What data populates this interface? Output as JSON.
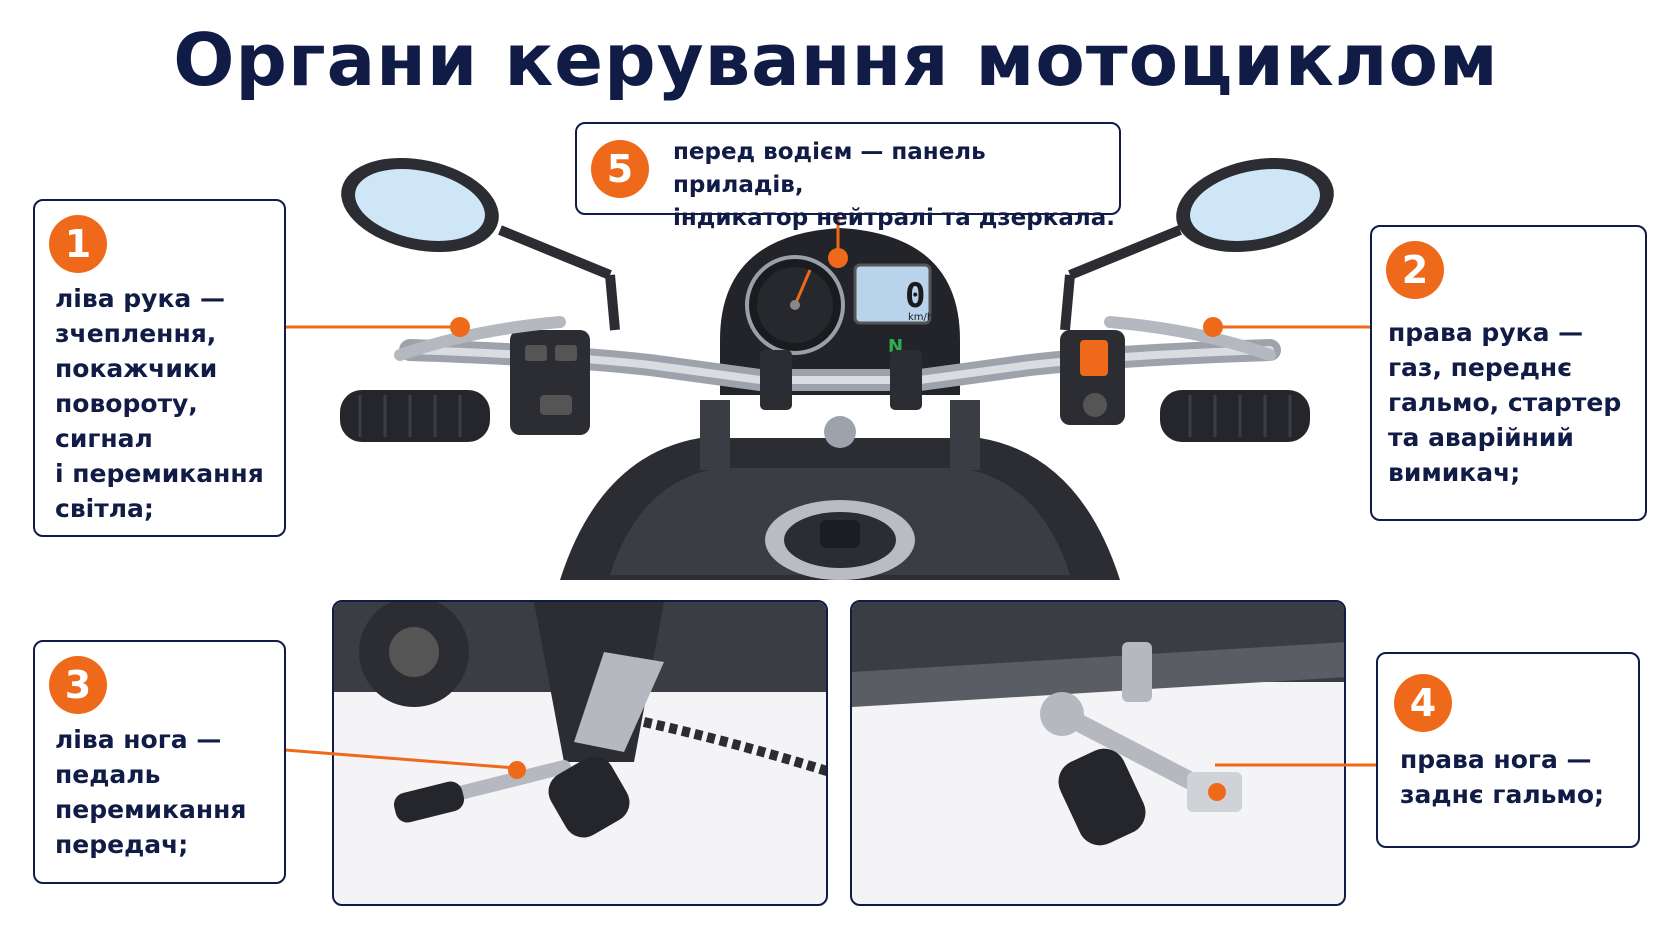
{
  "title": "Органи керування мотоциклом",
  "callouts": [
    {
      "number": "1",
      "text": "ліва рука —\nзчеплення,\nпокажчики\nповороту,\nсигнал\nі перемикання\nсвітла;"
    },
    {
      "number": "2",
      "text": "права рука —\nгаз, переднє\nгальмо, стартер\nта аварійний\nвимикач;"
    },
    {
      "number": "3",
      "text": "ліва нога —\nпедаль\nперемикання\nпередач;"
    },
    {
      "number": "4",
      "text": "права нога —\nзаднє гальмо;"
    },
    {
      "number": "5",
      "text": "перед водієм — панель приладів,\nіндикатор нейтралі та дзеркала."
    }
  ],
  "dashboard": {
    "speed_readout": "0",
    "unit": "km/h",
    "gear_indicator": "N"
  },
  "colors": {
    "accent": "#ee6a1a",
    "navy": "#101c45",
    "gear_green": "#2fb04a"
  }
}
